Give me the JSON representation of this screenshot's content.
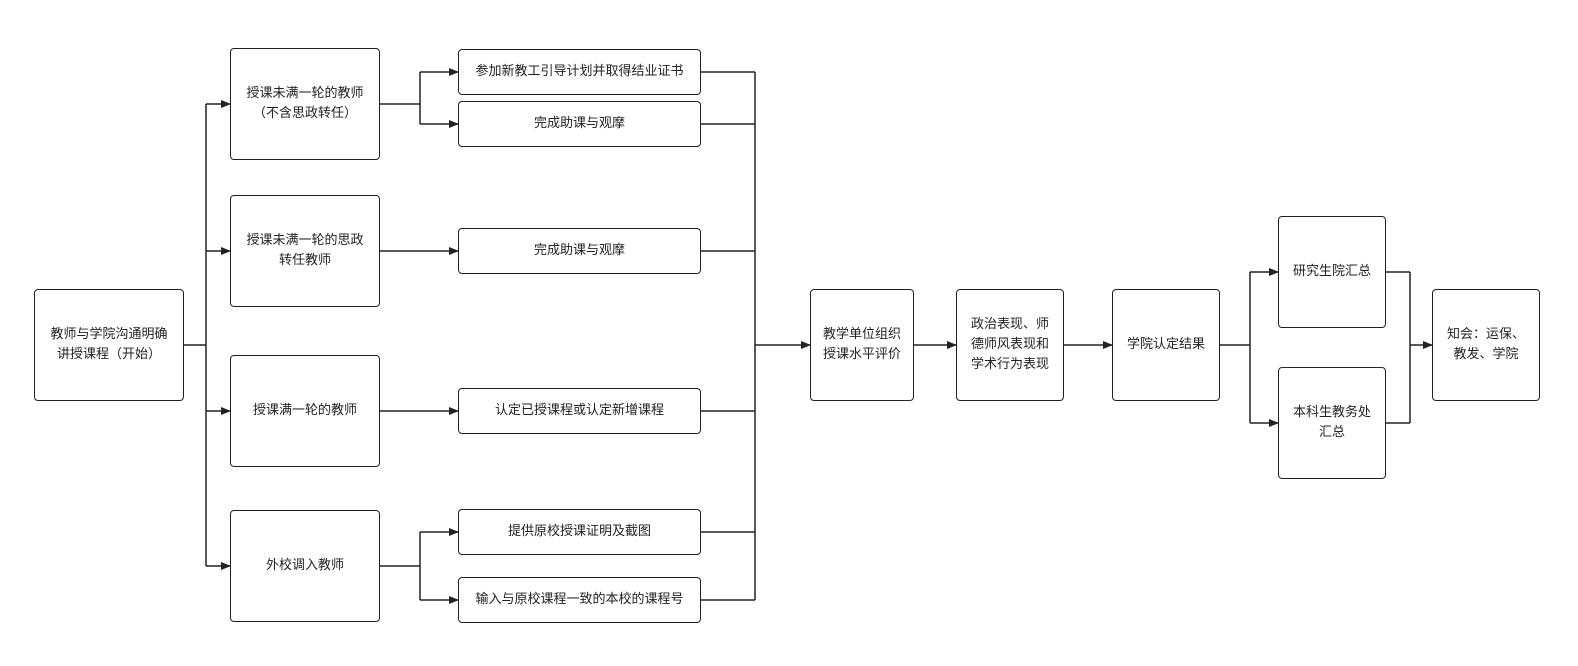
{
  "colors": {
    "stroke": "#222222",
    "background": "#ffffff",
    "text": "#222222"
  },
  "nodes": {
    "start": "教师与学院沟通明确\n讲授课程（开始）",
    "cat_new": "授课未满一轮的教师\n（不含思政转任）",
    "cat_sz": "授课未满一轮的思政\n转任教师",
    "cat_full": "授课满一轮的教师",
    "cat_external": "外校调入教师",
    "task_training": "参加新教工引导计划并取得结业证书",
    "task_assist_1": "完成助课与观摩",
    "task_assist_2": "完成助课与观摩",
    "task_confirm": "认定已授课程或认定新增课程",
    "task_proof": "提供原校授课证明及截图",
    "task_coursecode": "输入与原校课程一致的本校的课程号",
    "eval": "教学单位组织\n授课水平评价",
    "conduct": "政治表现、师\n德师风表现和\n学术行为表现",
    "result": "学院认定结果",
    "grad": "研究生院汇总",
    "undergrad": "本科生教务处\n汇总",
    "notify": "知会：运保、\n教发、学院"
  }
}
